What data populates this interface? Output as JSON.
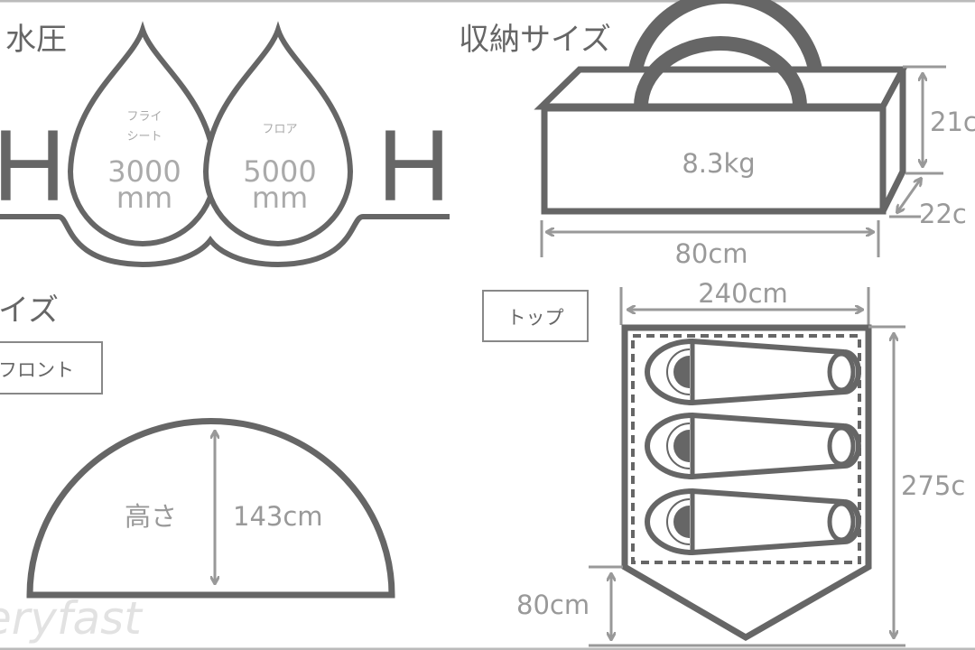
{
  "colors": {
    "outline": "#666666",
    "dimension": "#999999",
    "background": "#ffffff"
  },
  "water_pressure": {
    "title": "水圧",
    "h_left": "H",
    "h_right": "H",
    "fly": {
      "label_line1": "フライ",
      "label_line2": "シート",
      "value": "3000",
      "unit": "mm"
    },
    "floor": {
      "label": "フロア",
      "value": "5000",
      "unit": "mm"
    }
  },
  "storage": {
    "title": "収納サイズ",
    "weight": "8.3kg",
    "height": "21c",
    "depth": "22c",
    "width": "80cm"
  },
  "size": {
    "title": "イズ",
    "front": {
      "tab": "フロント",
      "height_label": "高さ",
      "height_value": "143cm"
    },
    "top": {
      "tab": "トップ",
      "width": "240cm",
      "length": "275c",
      "vestibule": "80cm"
    },
    "watermark": "eryfast"
  }
}
